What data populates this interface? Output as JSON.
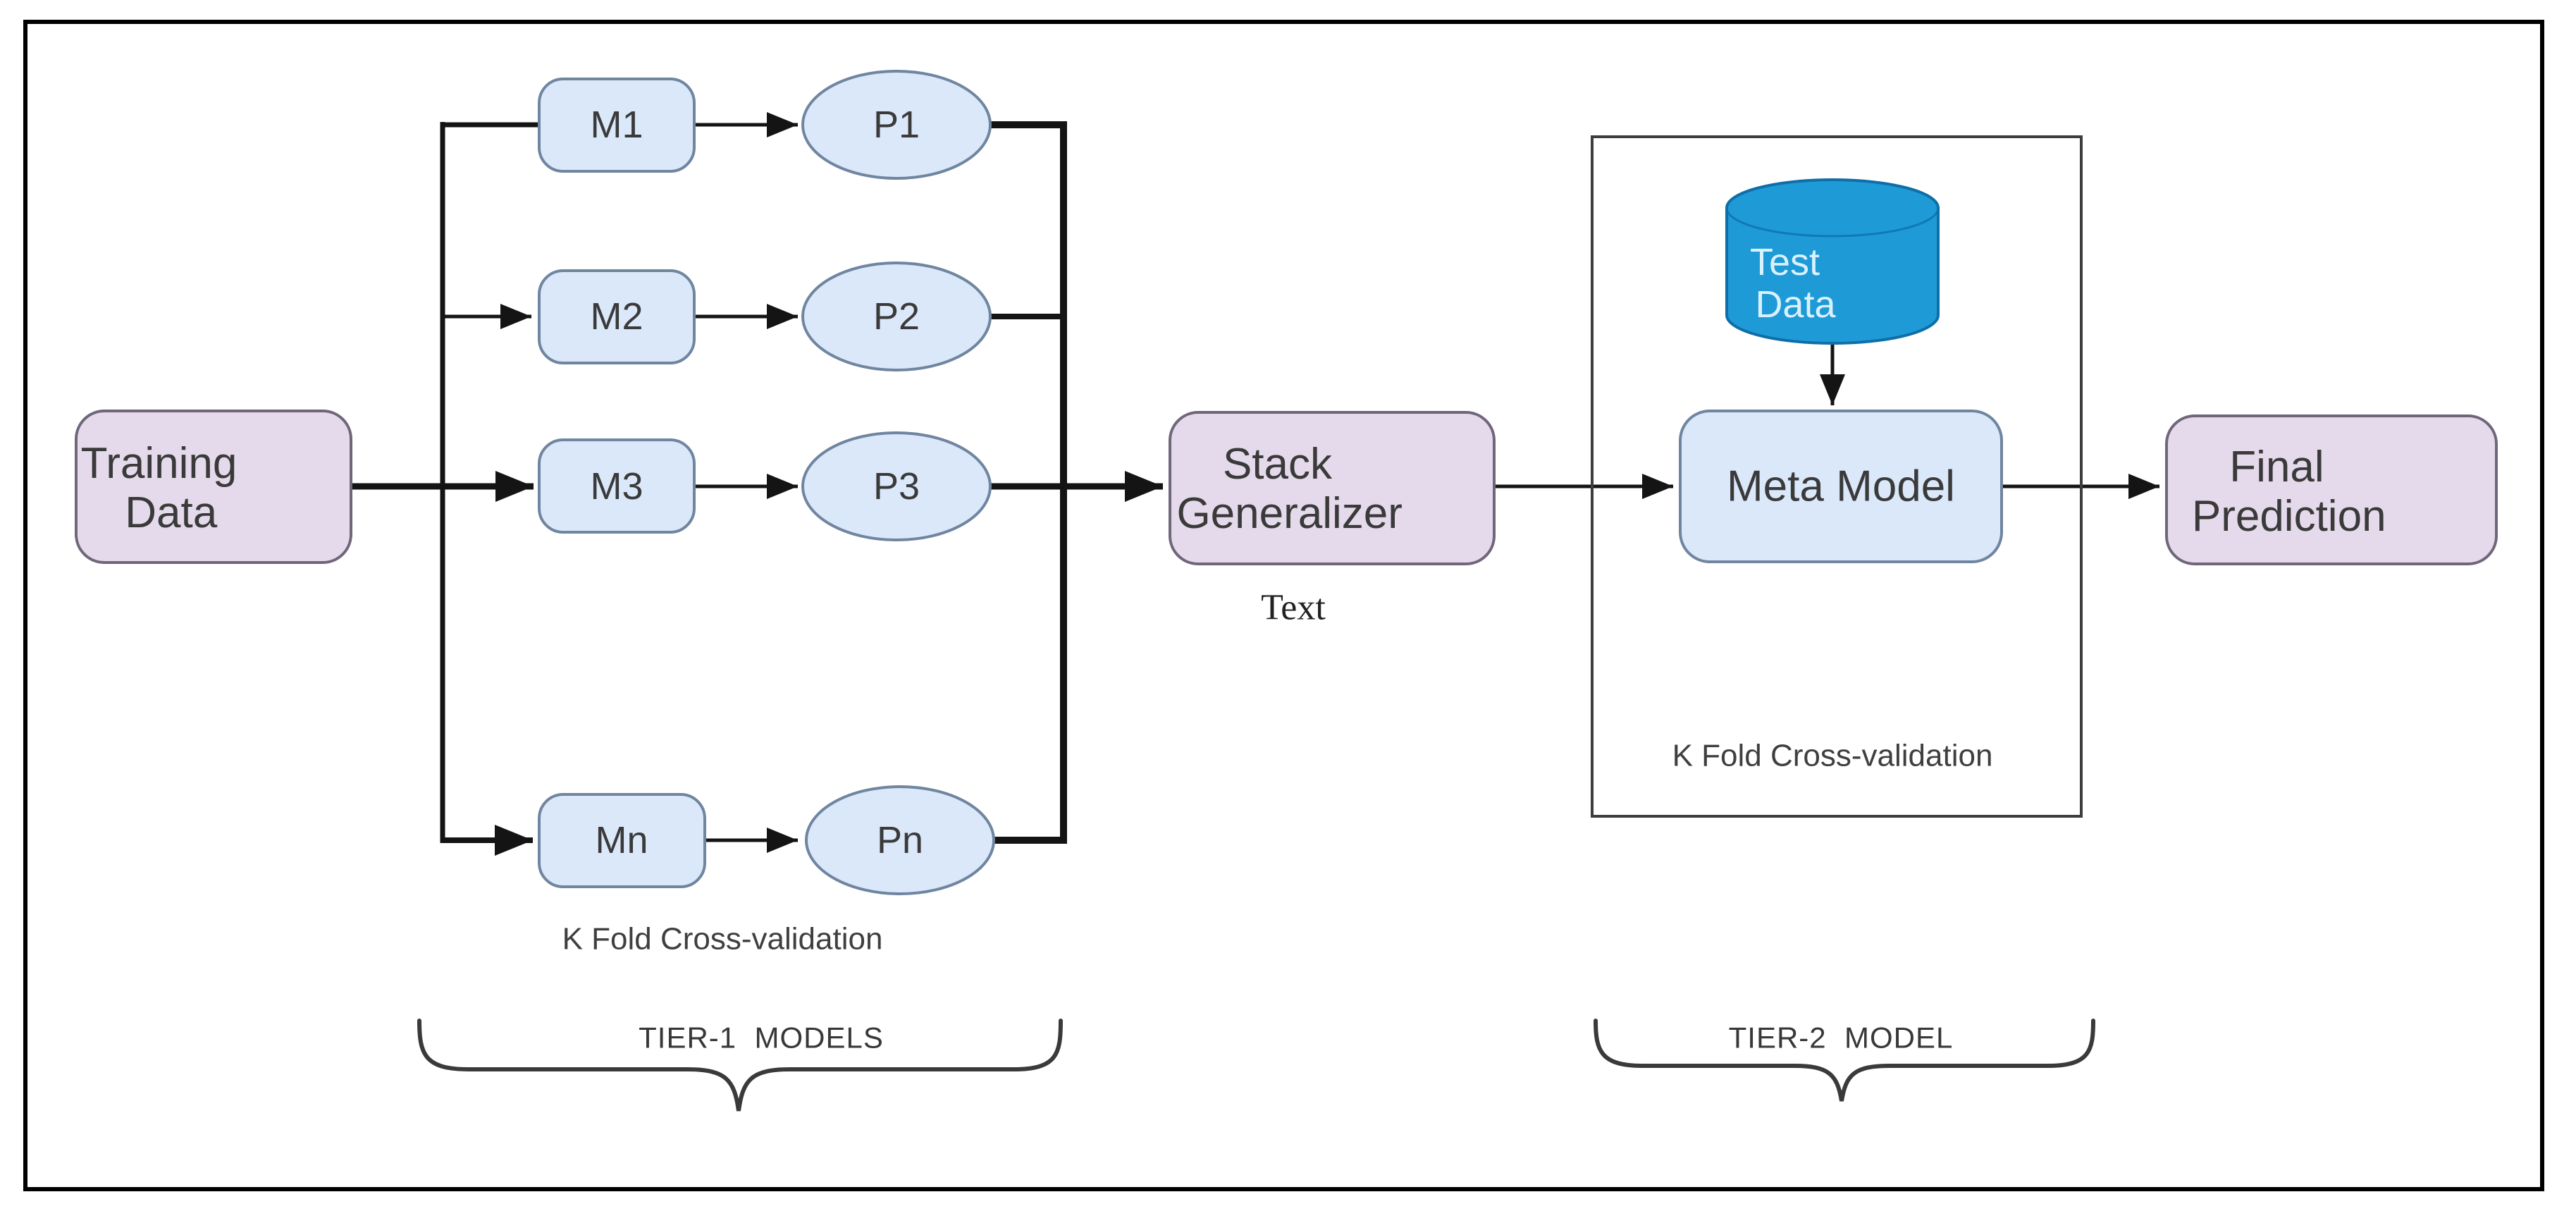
{
  "title": "Stacking ensemble diagram",
  "colors": {
    "background": "#FFFFFF",
    "frame": "#000000",
    "container_stroke": "#3D3D3D",
    "edge": "#141414",
    "text": "#3A3A3A",
    "node_purple_fill": "#E5DAEB",
    "node_purple_stroke": "#70667A",
    "node_blue_fill": "#DBE8FA",
    "node_blue_stroke": "#6F85A0",
    "cylinder_fill": "#1E9AD6",
    "cylinder_stroke": "#0E6EA8",
    "cylinder_text": "#D9F1FF"
  },
  "nodes": {
    "training": {
      "lines": [
        "Training",
        "Data"
      ]
    },
    "m1": {
      "label": "M1"
    },
    "m2": {
      "label": "M2"
    },
    "m3": {
      "label": "M3"
    },
    "mn": {
      "label": "Mn"
    },
    "p1": {
      "label": "P1"
    },
    "p2": {
      "label": "P2"
    },
    "p3": {
      "label": "P3"
    },
    "pn": {
      "label": "Pn"
    },
    "stack_generalizer": {
      "lines": [
        "Stack",
        "Generalizer"
      ],
      "caption": "Text"
    },
    "test_data": {
      "lines": [
        "Test",
        "Data"
      ]
    },
    "meta_model": {
      "label": "Meta Model"
    },
    "final_prediction": {
      "lines": [
        "Final",
        "Prediction"
      ]
    }
  },
  "annotations": {
    "tier1_kfold": "K Fold Cross-validation",
    "tier1_label": "TIER-1  MODELS",
    "tier2_kfold": "K Fold Cross-validation",
    "tier2_label": "TIER-2  MODEL"
  }
}
